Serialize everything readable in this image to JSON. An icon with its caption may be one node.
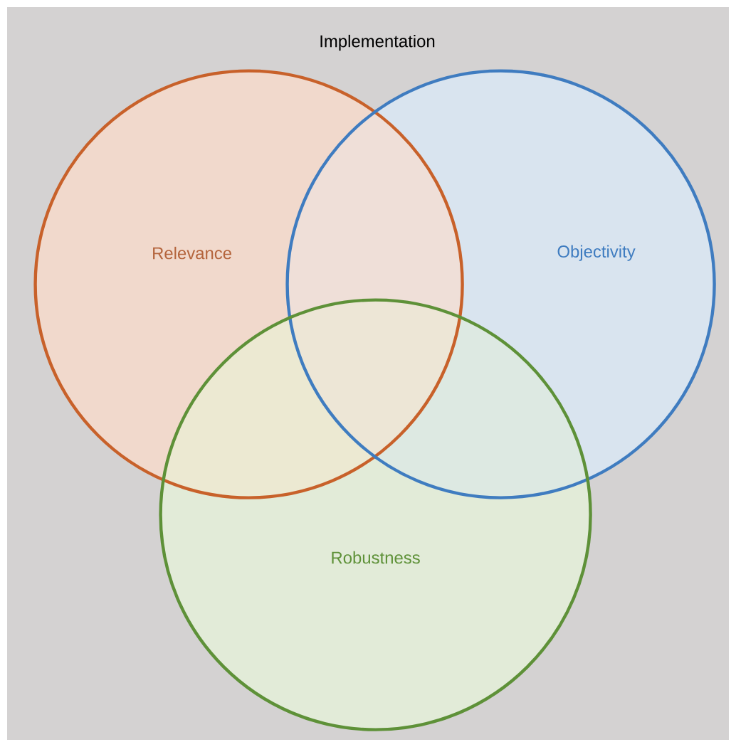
{
  "diagram": {
    "nodes": [
      {
        "text": [
          "Implementation"
        ]
      },
      {
        "text": [
          "Relevance"
        ],
        "in": 0
      },
      {
        "text": [
          "Objectivity"
        ],
        "in": 0
      },
      {
        "text": [
          "Robustness"
        ],
        "in": 0
      }
    ]
  }
}
